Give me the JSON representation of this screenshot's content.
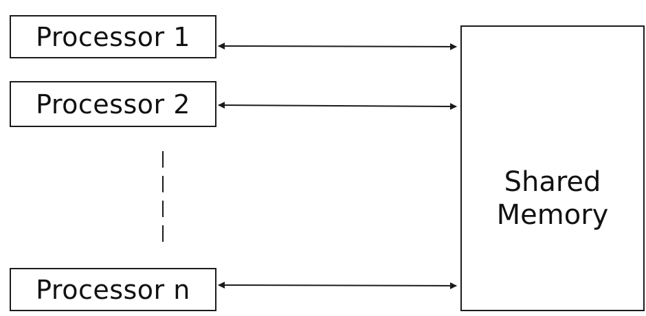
{
  "processors": [
    {
      "label": "Processor 1"
    },
    {
      "label": "Processor 2"
    },
    {
      "label": "Processor n"
    }
  ],
  "memory": {
    "line1": "Shared",
    "line2": "Memory"
  }
}
